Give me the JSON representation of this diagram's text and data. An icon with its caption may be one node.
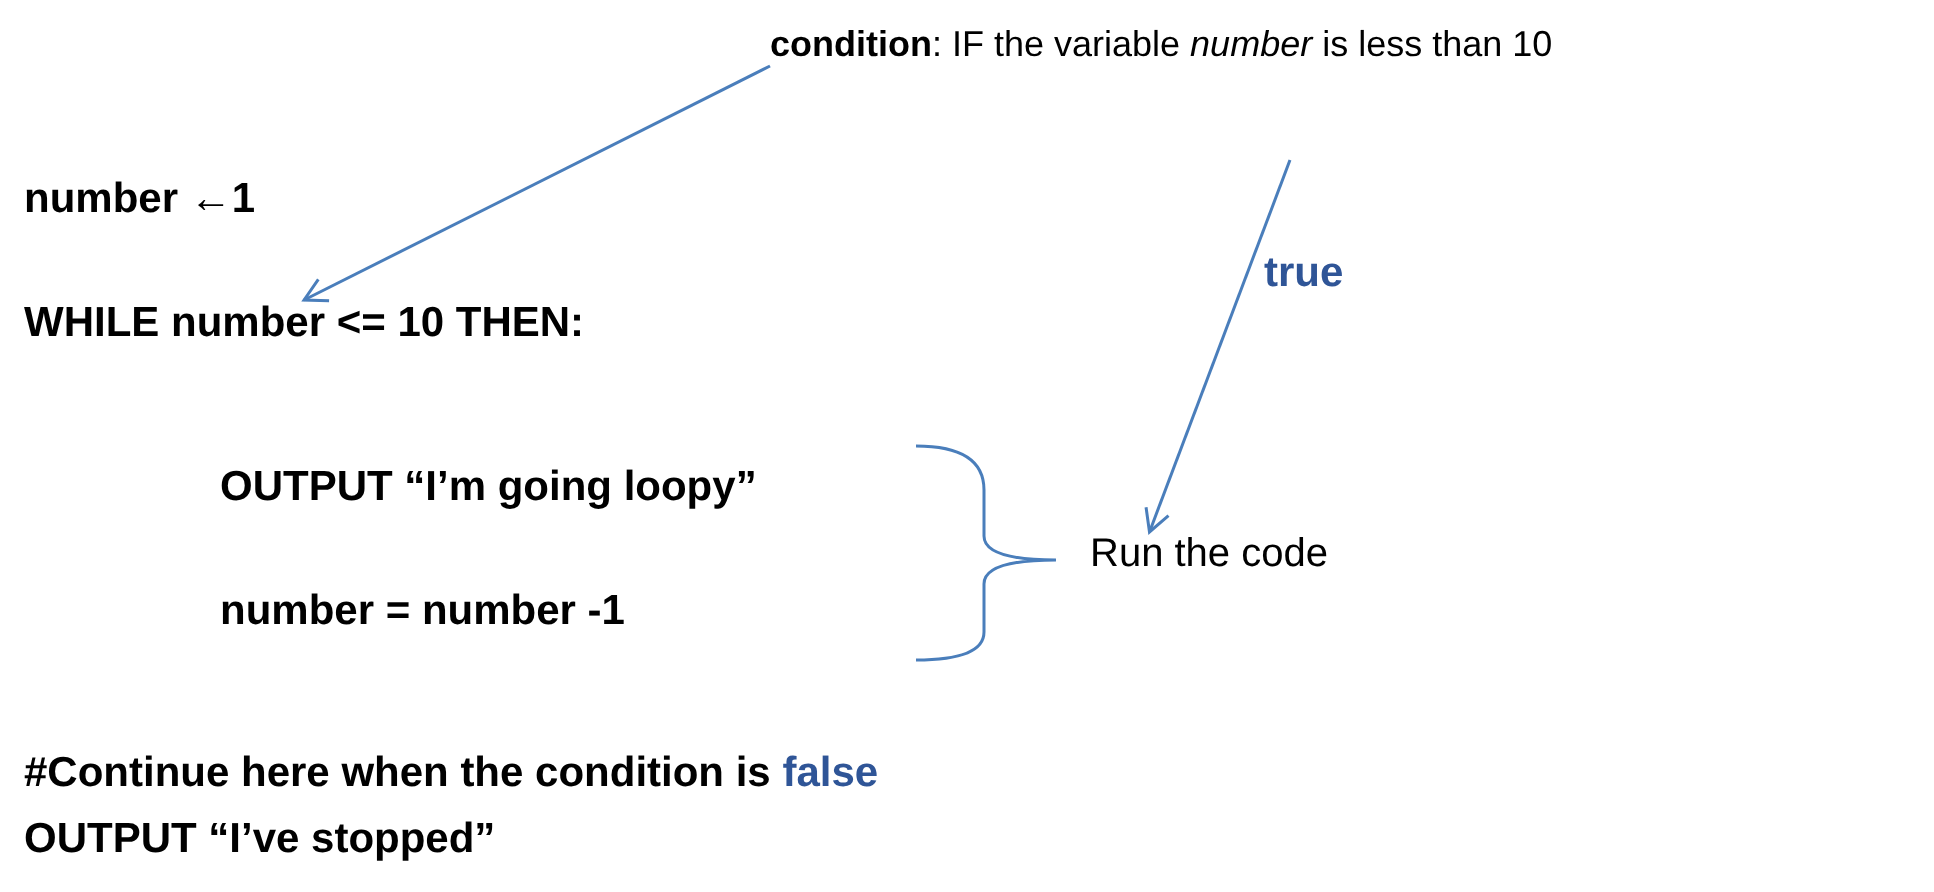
{
  "diagram": {
    "nodes": [
      {
        "text": [
          "**condition**: IF the variable *number* is less than 10"
        ]
      },
      {
        "text": [
          "WHILE number <= 10 THEN:"
        ]
      },
      {
        "text": [
          "Run the code"
        ]
      }
    ],
    "edges": [
      {
        "from": 0,
        "to": 1,
        "arrow": "to"
      },
      {
        "from": null,
        "to": 2,
        "arrow": "to",
        "label": "true"
      }
    ],
    "labels": [
      "number ←1",
      "OUTPUT “I’m going loopy”",
      "number = number -1",
      "#Continue here when the condition is false",
      "OUTPUT “I’ve stopped”"
    ]
  }
}
